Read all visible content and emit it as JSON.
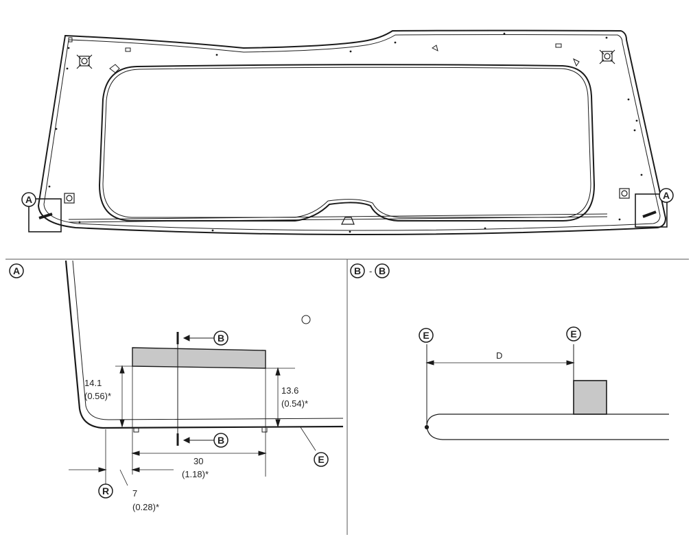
{
  "callouts": {
    "detail_a": "A",
    "section_b": "B",
    "section_dash": "-",
    "edge_e": "E",
    "radius_r": "R"
  },
  "dimensions": {
    "left_height": "14.1",
    "left_height_in": "(0.56)*",
    "right_height": "13.6",
    "right_height_in": "(0.54)*",
    "width": "30",
    "width_in": "(1.18)*",
    "offset": "7",
    "offset_in": "(0.28)*",
    "distance_d": "D"
  },
  "colors": {
    "line": "#1a1a1a",
    "molding_fill": "#c8c8c8",
    "background": "#ffffff"
  }
}
